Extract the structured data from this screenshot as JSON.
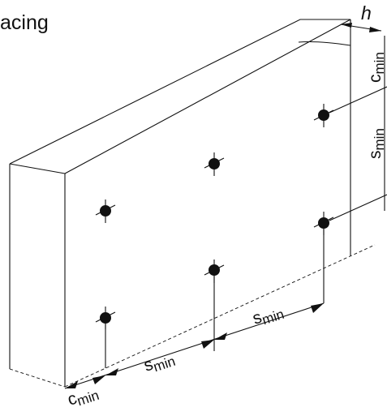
{
  "title": "acing",
  "labels": {
    "h": "h",
    "c_min": "c",
    "c_min_sub": "min",
    "s_min": "s",
    "s_min_sub": "min"
  },
  "colors": {
    "ink": "#111111",
    "paper": "#ffffff"
  },
  "anchor_grid": {
    "columns": 3,
    "rows": 2
  }
}
